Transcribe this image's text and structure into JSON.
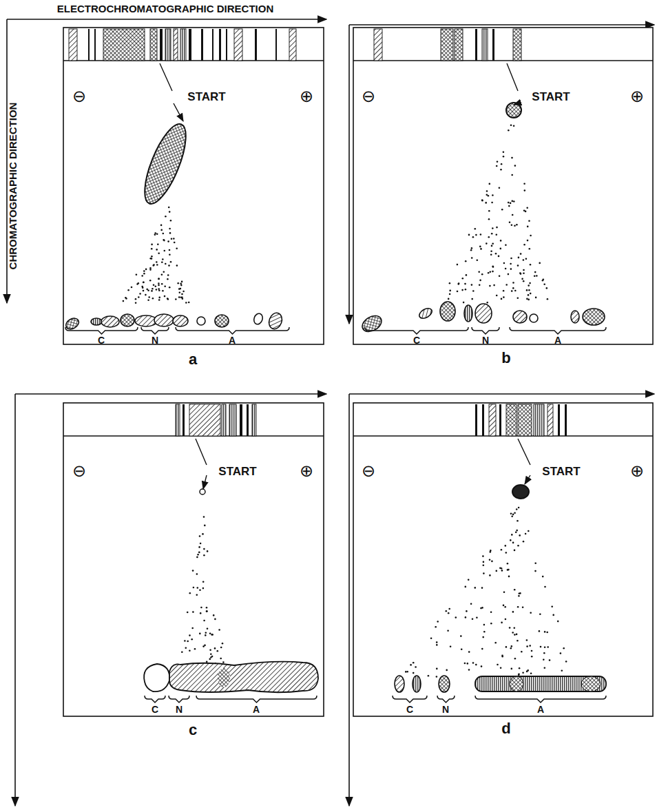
{
  "diagram": {
    "labels": [
      "ELECTROCHROMATOGRAPHIC DIRECTION",
      "CHROMATOGRAPHIC DIRECTION",
      "START",
      "⊖",
      "⊕",
      "C",
      "N",
      "A",
      "a",
      "START",
      "⊖",
      "⊕",
      "C",
      "N",
      "A",
      "b",
      "START",
      "⊖",
      "⊕",
      "C",
      "N",
      "A",
      "c",
      "START",
      "⊖",
      "⊕",
      "C",
      "N",
      "A",
      "d"
    ]
  }
}
